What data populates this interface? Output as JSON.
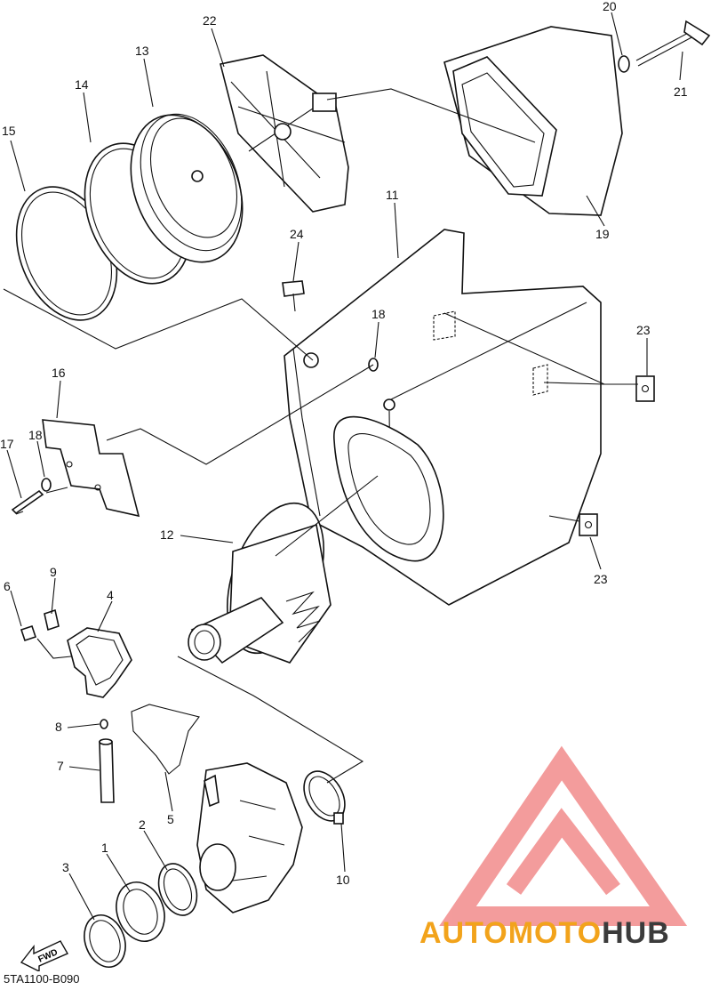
{
  "diagram_code": "5TA1100-B090",
  "watermark": {
    "part1": "AUTO",
    "part2": "MOTO",
    "part3": "HUB",
    "logo_color": "#f28b8b",
    "text_color": "#f2a31b",
    "hub_color": "#3b3b3b"
  },
  "fwd_label": "FWD",
  "callouts": {
    "c1": "1",
    "c2": "2",
    "c3": "3",
    "c4": "4",
    "c5": "5",
    "c6": "6",
    "c7": "7",
    "c8": "8",
    "c9": "9",
    "c10": "10",
    "c11": "11",
    "c12": "12",
    "c13": "13",
    "c14": "14",
    "c15": "15",
    "c16": "16",
    "c17": "17",
    "c18a": "18",
    "c18b": "18",
    "c19": "19",
    "c20": "20",
    "c21": "21",
    "c22": "22",
    "c23a": "23",
    "c23b": "23",
    "c24": "24"
  }
}
